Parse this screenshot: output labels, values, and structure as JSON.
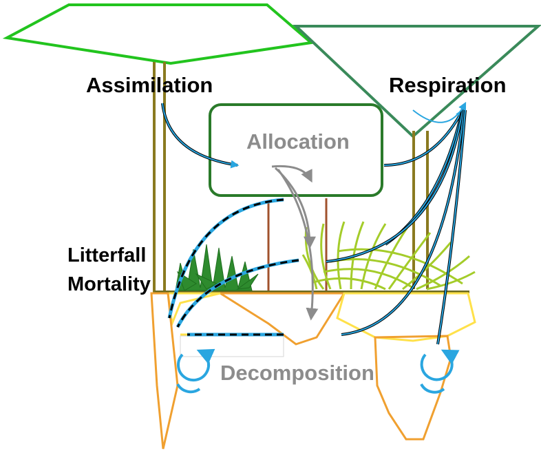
{
  "labels": {
    "assimilation": "Assimilation",
    "respiration": "Respiration",
    "allocation": "Allocation",
    "litterfall": "Litterfall",
    "mortality": "Mortality",
    "decomposition": "Decomposition"
  },
  "colors": {
    "canopy_green": "#22c41e",
    "respiration_green": "#3a8a5a",
    "trunk_olive": "#8a7a20",
    "allocation_box": "#2a7a2a",
    "brown_stem": "#a0522d",
    "grass_dark": "#2e8b2e",
    "grass_light": "#a4cc2a",
    "soil_orange": "#f0a030",
    "soil_yellow": "#ffe14a",
    "arrow_blue": "#2aa6e0",
    "arrow_black": "#000000",
    "arrow_gray": "#8c8c8c"
  }
}
